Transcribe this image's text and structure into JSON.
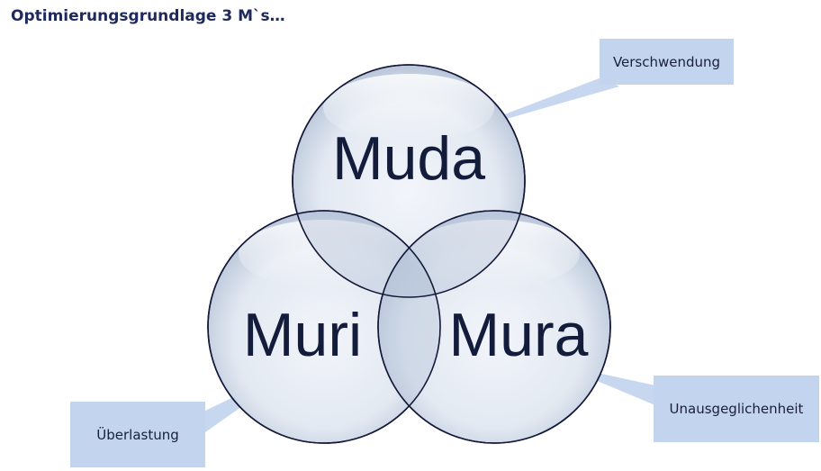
{
  "title": "Optimierungsgrundlage 3 M`s…",
  "circles": [
    {
      "id": "muda",
      "label": "Muda"
    },
    {
      "id": "muri",
      "label": "Muri"
    },
    {
      "id": "mura",
      "label": "Mura"
    }
  ],
  "callouts": {
    "muda": "Verschwendung",
    "muri": "Überlastung",
    "mura": "Unausgeglichenheit"
  },
  "colors": {
    "title": "#1f2a5c",
    "circle_fill": "#dbe3ef",
    "circle_stroke": "#14193a",
    "callout_fill": "#c3d5ee",
    "label": "#141c3c"
  }
}
